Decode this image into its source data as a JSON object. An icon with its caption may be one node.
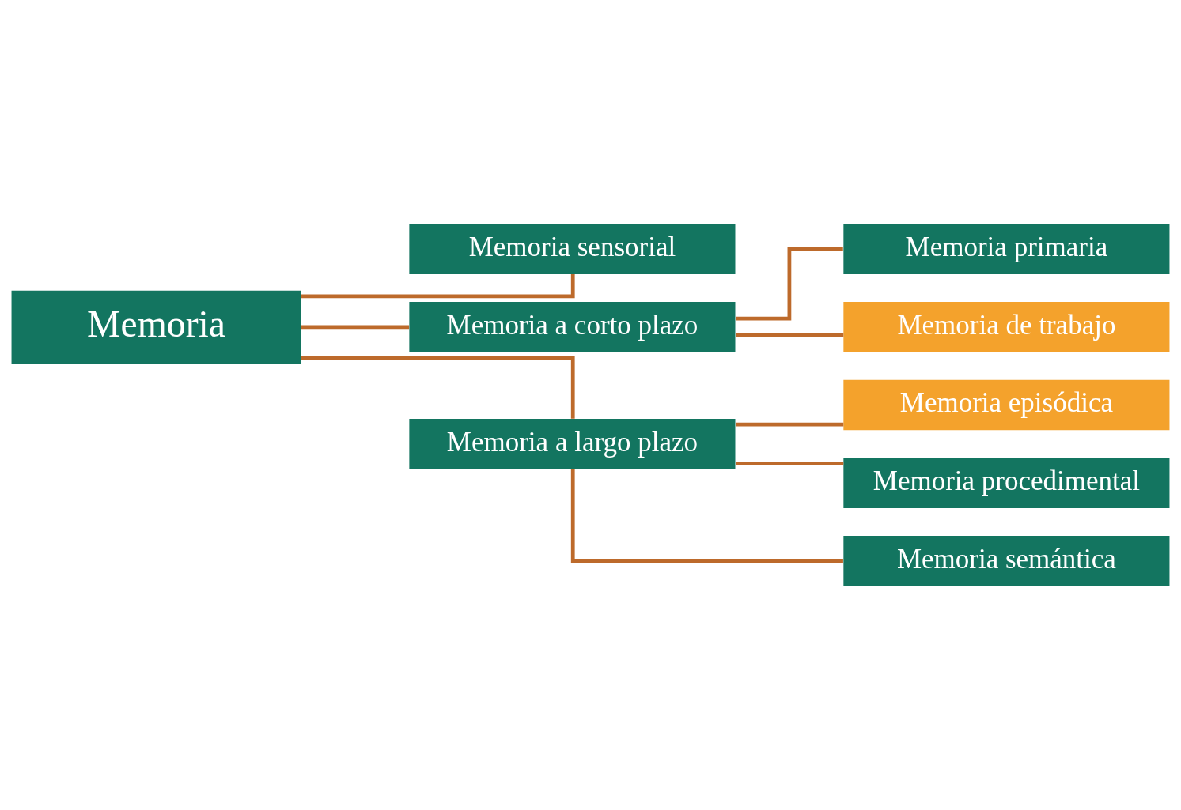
{
  "diagram": {
    "nodes": [
      {
        "text": [
          "Memoria"
        ]
      },
      {
        "text": [
          "Memoria sensorial"
        ]
      },
      {
        "text": [
          "Memoria a corto plazo"
        ]
      },
      {
        "text": [
          "Memoria a largo plazo"
        ]
      },
      {
        "text": [
          "Memoria primaria"
        ]
      },
      {
        "text": [
          "Memoria de trabajo"
        ]
      },
      {
        "text": [
          "Memoria episódica"
        ]
      },
      {
        "text": [
          "Memoria procedimental"
        ]
      },
      {
        "text": [
          "Memoria semántica"
        ]
      }
    ],
    "edges": [
      {
        "from": 0,
        "to": 1,
        "arrow": "none"
      },
      {
        "from": 0,
        "to": 2,
        "arrow": "none"
      },
      {
        "from": 0,
        "to": 3,
        "arrow": "none"
      },
      {
        "from": 2,
        "to": 4,
        "arrow": "none"
      },
      {
        "from": 2,
        "to": 5,
        "arrow": "none"
      },
      {
        "from": 3,
        "to": 6,
        "arrow": "none"
      },
      {
        "from": 3,
        "to": 7,
        "arrow": "none"
      },
      {
        "from": 3,
        "to": 8,
        "arrow": "none"
      }
    ]
  }
}
